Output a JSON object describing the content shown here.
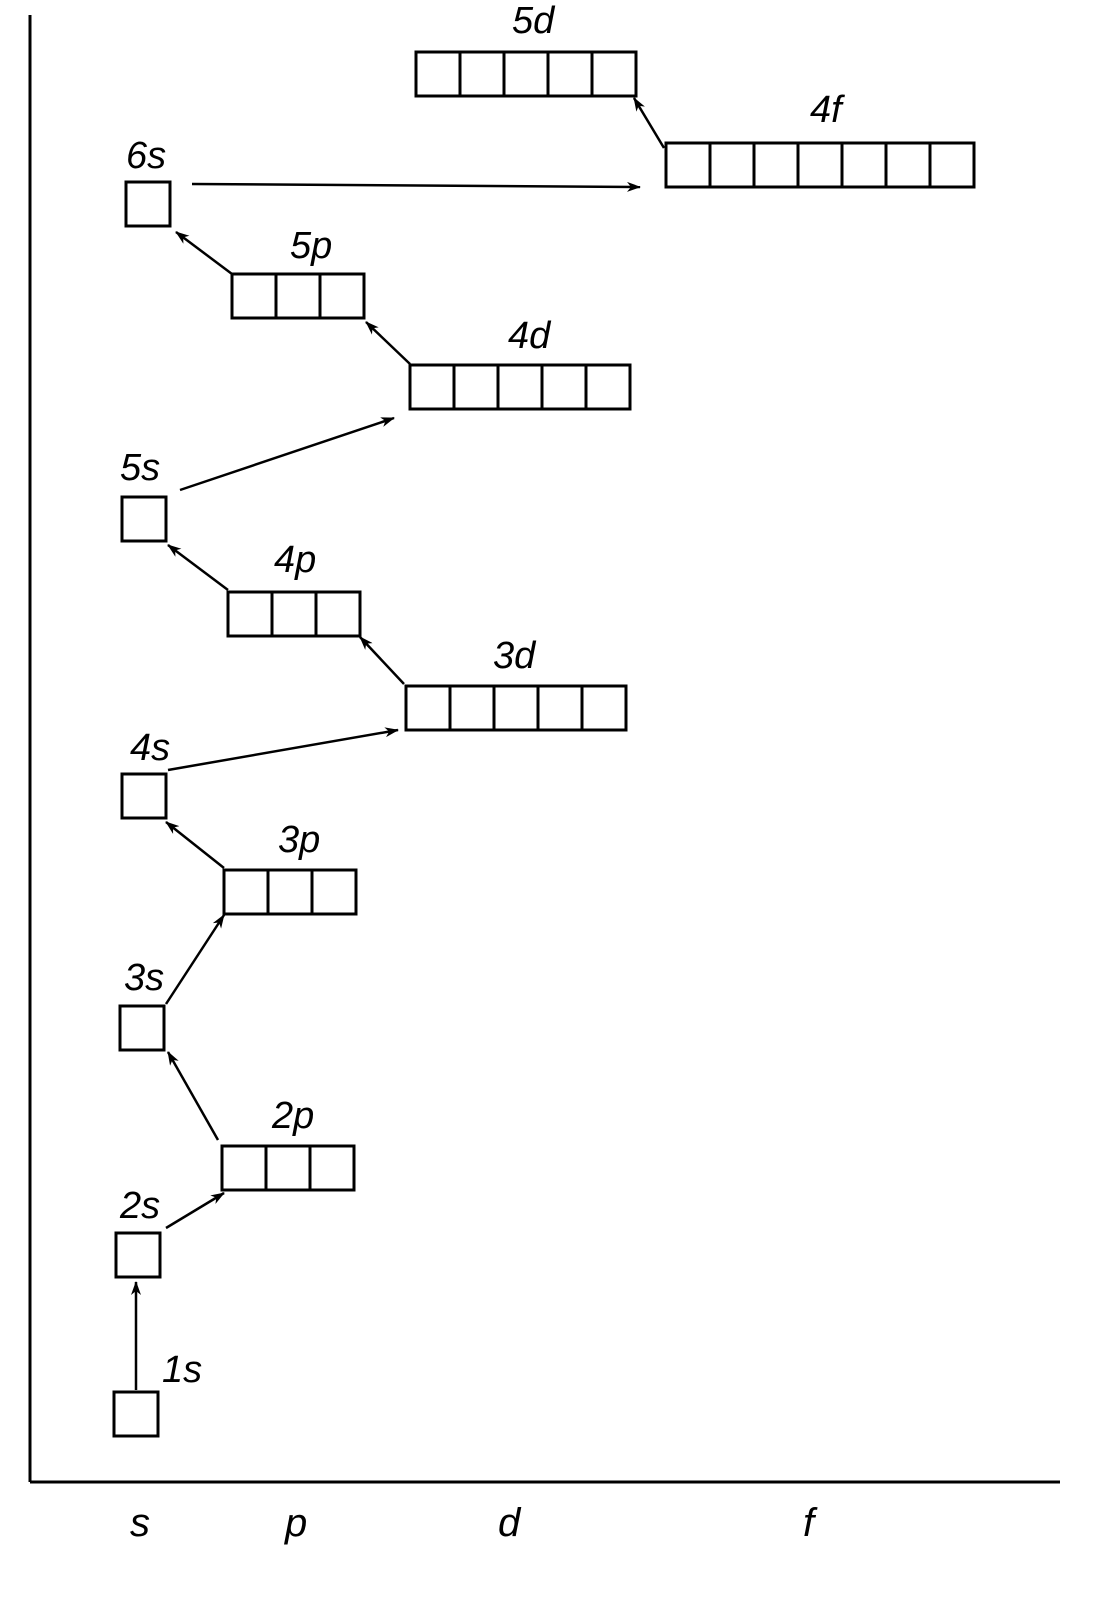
{
  "diagram": {
    "axis_labels": {
      "s": "s",
      "p": "p",
      "d": "d",
      "f": "f"
    },
    "subshells": [
      {
        "id": "1s",
        "label": "1s",
        "boxes": 1
      },
      {
        "id": "2s",
        "label": "2s",
        "boxes": 1
      },
      {
        "id": "2p",
        "label": "2p",
        "boxes": 3
      },
      {
        "id": "3s",
        "label": "3s",
        "boxes": 1
      },
      {
        "id": "3p",
        "label": "3p",
        "boxes": 3
      },
      {
        "id": "4s",
        "label": "4s",
        "boxes": 1
      },
      {
        "id": "3d",
        "label": "3d",
        "boxes": 5
      },
      {
        "id": "4p",
        "label": "4p",
        "boxes": 3
      },
      {
        "id": "5s",
        "label": "5s",
        "boxes": 1
      },
      {
        "id": "4d",
        "label": "4d",
        "boxes": 5
      },
      {
        "id": "5p",
        "label": "5p",
        "boxes": 3
      },
      {
        "id": "6s",
        "label": "6s",
        "boxes": 1
      },
      {
        "id": "4f",
        "label": "4f",
        "boxes": 7
      },
      {
        "id": "5d",
        "label": "5d",
        "boxes": 5
      }
    ],
    "filling_order": [
      "1s",
      "2s",
      "2p",
      "3s",
      "3p",
      "4s",
      "3d",
      "4p",
      "5s",
      "4d",
      "5p",
      "6s",
      "4f",
      "5d"
    ]
  }
}
